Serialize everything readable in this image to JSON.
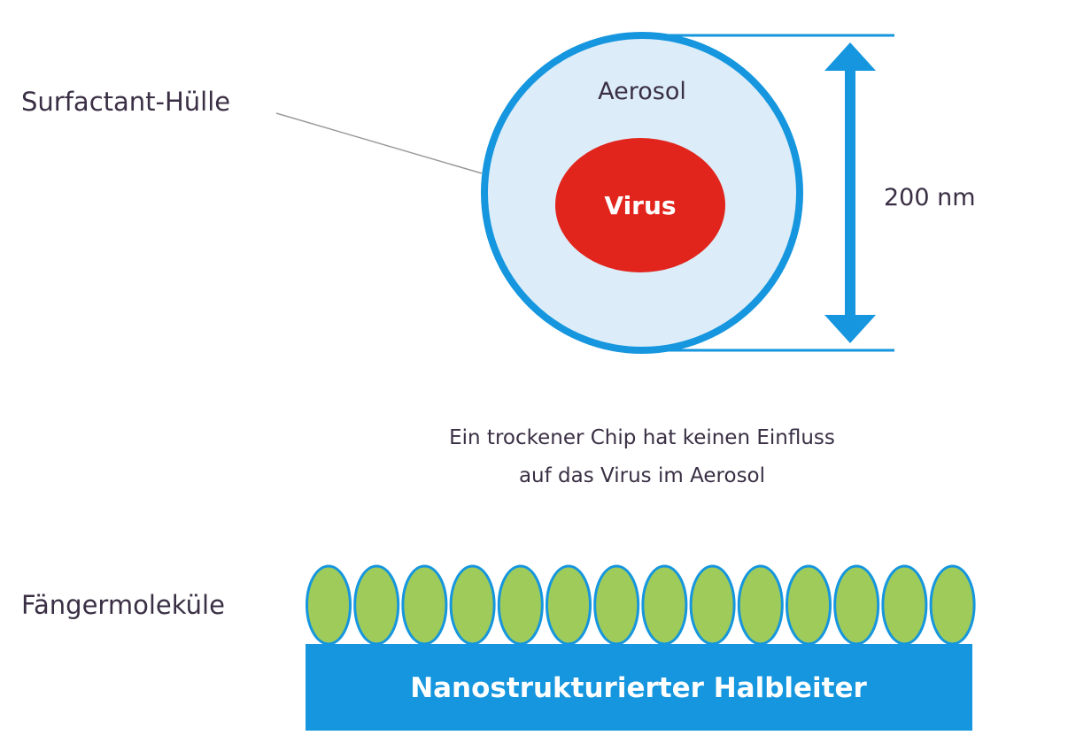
{
  "labels": {
    "surfactant_shell": "Surfactant-Hülle",
    "aerosol": "Aerosol",
    "virus": "Virus",
    "size": "200 nm",
    "caption_line1": "Ein trockener Chip hat keinen Einfluss",
    "caption_line2": "auf das Virus im Aerosol",
    "capture_molecules": "Fängermoleküle",
    "semiconductor": "Nanostrukturierter Halbleiter"
  },
  "capture_molecule_count": 14,
  "colors": {
    "shell_blue": "#1596de",
    "aerosol_fill": "#dcedf9",
    "virus_red": "#e1241c",
    "molecule_green": "#9fcb5a",
    "semiconductor_blue": "#1596de",
    "text_dark": "#3a2f44",
    "leader_line": "#9a9a9a"
  }
}
